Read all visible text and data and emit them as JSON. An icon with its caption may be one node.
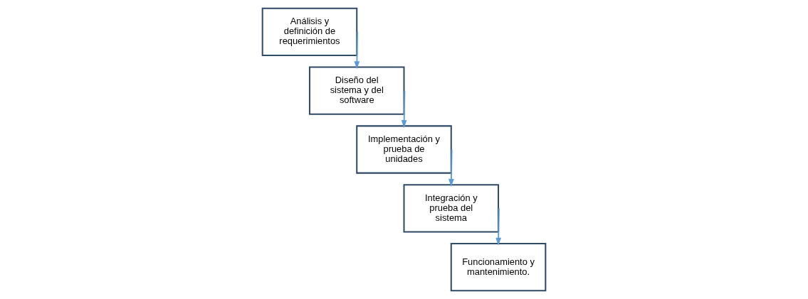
{
  "diagram": {
    "nodes": [
      {
        "text": [
          "Análisis y definición de requerimientos"
        ]
      },
      {
        "text": [
          "Diseño del sistema y del software"
        ]
      },
      {
        "text": [
          "Implementación y prueba de unidades"
        ]
      },
      {
        "text": [
          "Integración y prueba del sistema"
        ]
      },
      {
        "text": [
          "Funcionamiento y mantenimiento."
        ]
      }
    ],
    "edges": [
      {
        "from": 0,
        "to": 1,
        "arrow": "to"
      },
      {
        "from": 1,
        "to": 2,
        "arrow": "to"
      },
      {
        "from": 2,
        "to": 3,
        "arrow": "to"
      },
      {
        "from": 3,
        "to": 4,
        "arrow": "to"
      }
    ]
  }
}
